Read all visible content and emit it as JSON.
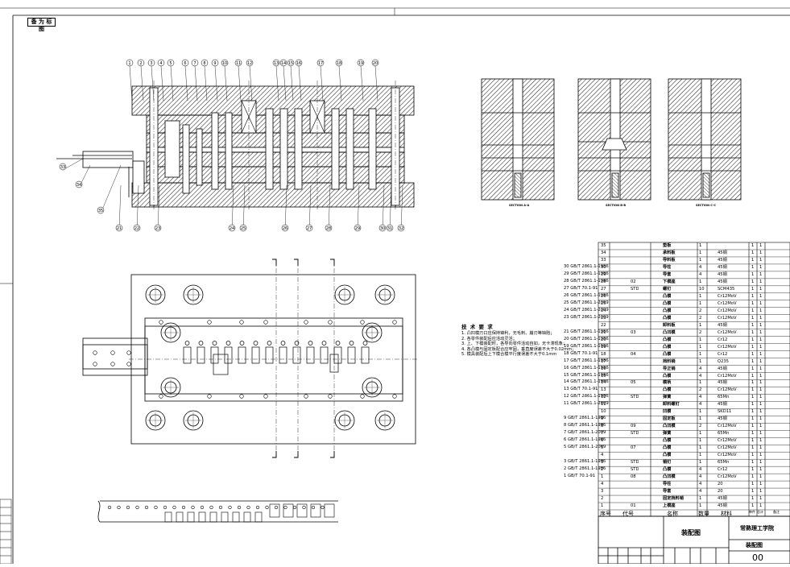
{
  "stamp": {
    "text": "备 为 标 图"
  },
  "tech_requirements": {
    "title": "技 术 要 求",
    "lines": [
      "1. 凸凹模刃口应保持锋利，无毛刺、崩刃等缺陷；",
      "2. 各零件装配后应活动灵活；",
      "3. 上、下模装配时，各导向零件活动自如，无卡滞现象；",
      "4. 各凸模与固定板配合应牢固，垂直度误差不大于0.02mm；",
      "5. 模具装配后上下模合模平行度误差不大于0.1mm"
    ]
  },
  "section_labels": [
    "SECTION A-A",
    "SECTION B-B",
    "SECTION C-C"
  ],
  "callouts_top": [
    "1",
    "2",
    "3",
    "4",
    "5",
    "6",
    "7",
    "8",
    "9",
    "10",
    "11",
    "12",
    "13",
    "14",
    "15",
    "16",
    "17",
    "18",
    "19",
    "20"
  ],
  "callouts_bottom": [
    "21",
    "22",
    "23",
    "24",
    "25",
    "26",
    "27",
    "28",
    "29",
    "30",
    "31",
    "32"
  ],
  "callouts_left": [
    "33",
    "34",
    "35"
  ],
  "bom": {
    "rows": [
      {
        "no": "35",
        "std": "",
        "code": "",
        "name": "垫板",
        "qty": "1",
        "mat": "",
        "n1": "1",
        "n2": "1"
      },
      {
        "no": "34",
        "std": "",
        "code": "",
        "name": "承料板",
        "qty": "1",
        "mat": "45钢",
        "n1": "1",
        "n2": "1"
      },
      {
        "no": "33",
        "std": "",
        "code": "",
        "name": "导料板",
        "qty": "1",
        "mat": "45钢",
        "n1": "1",
        "n2": "1"
      },
      {
        "no": "30",
        "std": "GB/T 2861.1-1986",
        "code": "",
        "name": "导柱",
        "qty": "4",
        "mat": "45钢",
        "n1": "1",
        "n2": "1"
      },
      {
        "no": "29",
        "std": "GB/T 2861.1-1986",
        "code": "",
        "name": "导套",
        "qty": "4",
        "mat": "45钢",
        "n1": "1",
        "n2": "1"
      },
      {
        "no": "28",
        "std": "GB/T 2861.1-1986",
        "code": "02",
        "name": "下模座",
        "qty": "1",
        "mat": "45钢",
        "n1": "1",
        "n2": "1"
      },
      {
        "no": "27",
        "std": "GB/T 70.1-91",
        "code": "STD",
        "name": "螺钉",
        "qty": "10",
        "mat": "SCM435",
        "n1": "1",
        "n2": "1"
      },
      {
        "no": "26",
        "std": "GB/T 2861.1-1986",
        "code": "",
        "name": "凸模",
        "qty": "1",
        "mat": "Cr12MoV",
        "n1": "1",
        "n2": "1"
      },
      {
        "no": "25",
        "std": "GB/T 2861.1-2009",
        "code": "",
        "name": "凸模",
        "qty": "1",
        "mat": "Cr12MoV",
        "n1": "1",
        "n2": "1"
      },
      {
        "no": "24",
        "std": "GB/T 2861.1-2009",
        "code": "",
        "name": "凸模",
        "qty": "2",
        "mat": "Cr12MoV",
        "n1": "1",
        "n2": "1"
      },
      {
        "no": "23",
        "std": "GB/T 2861.1-2009",
        "code": "",
        "name": "凸模",
        "qty": "2",
        "mat": "Cr12MoV",
        "n1": "1",
        "n2": "1"
      },
      {
        "no": "22",
        "std": "",
        "code": "",
        "name": "卸料板",
        "qty": "1",
        "mat": "45钢",
        "n1": "1",
        "n2": "1"
      },
      {
        "no": "21",
        "std": "GB/T 2861.1-1986",
        "code": "03",
        "name": "凸凹模",
        "qty": "2",
        "mat": "Cr12MoV",
        "n1": "1",
        "n2": "1"
      },
      {
        "no": "20",
        "std": "GB/T 2861.1-1986",
        "code": "",
        "name": "凸模",
        "qty": "1",
        "mat": "Cr12",
        "n1": "1",
        "n2": "1"
      },
      {
        "no": "19",
        "std": "GB/T 2861.1-1986",
        "code": "",
        "name": "凸模",
        "qty": "1",
        "mat": "Cr12MoV",
        "n1": "1",
        "n2": "1"
      },
      {
        "no": "18",
        "std": "GB/T 70.1-91",
        "code": "04",
        "name": "凸模",
        "qty": "1",
        "mat": "Cr12",
        "n1": "1",
        "n2": "1"
      },
      {
        "no": "17",
        "std": "GB/T 2861.1-1986",
        "code": "",
        "name": "挡料销",
        "qty": "1",
        "mat": "Q235",
        "n1": "1",
        "n2": "1"
      },
      {
        "no": "16",
        "std": "GB/T 2861.1-1986",
        "code": "",
        "name": "导正销",
        "qty": "4",
        "mat": "45钢",
        "n1": "1",
        "n2": "1"
      },
      {
        "no": "15",
        "std": "GB/T 2861.1-1986",
        "code": "",
        "name": "凸模",
        "qty": "4",
        "mat": "Cr12MoV",
        "n1": "1",
        "n2": "1"
      },
      {
        "no": "14",
        "std": "GB/T 2861.1-1986",
        "code": "05",
        "name": "模柄",
        "qty": "1",
        "mat": "45钢",
        "n1": "1",
        "n2": "1"
      },
      {
        "no": "13",
        "std": "GB/T 70.1-91",
        "code": "",
        "name": "凸模",
        "qty": "2",
        "mat": "Cr12MoV",
        "n1": "1",
        "n2": "1"
      },
      {
        "no": "12",
        "std": "GB/T 2861.1-1986",
        "code": "STD",
        "name": "弹簧",
        "qty": "4",
        "mat": "65Mn",
        "n1": "1",
        "n2": "1"
      },
      {
        "no": "11",
        "std": "GB/T 2861.1-2009",
        "code": "",
        "name": "卸料螺钉",
        "qty": "4",
        "mat": "45钢",
        "n1": "1",
        "n2": "1"
      },
      {
        "no": "10",
        "std": "",
        "code": "",
        "name": "凹模",
        "qty": "1",
        "mat": "SKD11",
        "n1": "1",
        "n2": "1"
      },
      {
        "no": "9",
        "std": "GB/T 2861.1-1986",
        "code": "",
        "name": "固定板",
        "qty": "1",
        "mat": "45钢",
        "n1": "1",
        "n2": "1"
      },
      {
        "no": "8",
        "std": "GB/T 2861.1-1986",
        "code": "09",
        "name": "凸凹模",
        "qty": "2",
        "mat": "Cr12MoV",
        "n1": "1",
        "n2": "1"
      },
      {
        "no": "7",
        "std": "GB/T 2861.1-2009",
        "code": "STD",
        "name": "弹簧",
        "qty": "1",
        "mat": "65Mn",
        "n1": "1",
        "n2": "1"
      },
      {
        "no": "6",
        "std": "GB/T 2861.1-1986",
        "code": "",
        "name": "凸模",
        "qty": "1",
        "mat": "Cr12MoV",
        "n1": "1",
        "n2": "1"
      },
      {
        "no": "5",
        "std": "GB/T 2861.1-2009",
        "code": "07",
        "name": "凸模",
        "qty": "1",
        "mat": "Cr12MoV",
        "n1": "1",
        "n2": "1"
      },
      {
        "no": "4",
        "std": "",
        "code": "",
        "name": "凸模",
        "qty": "1",
        "mat": "Cr12MoV",
        "n1": "1",
        "n2": "1"
      },
      {
        "no": "3",
        "std": "GB/T 2861.1-1986",
        "code": "STD",
        "name": "销钉",
        "qty": "1",
        "mat": "65Mn",
        "n1": "1",
        "n2": "1"
      },
      {
        "no": "2",
        "std": "GB/T 2861.1-1986",
        "code": "STD",
        "name": "凸模",
        "qty": "4",
        "mat": "Cr12",
        "n1": "1",
        "n2": "1"
      },
      {
        "no": "1",
        "std": "GB/T 70.1-91",
        "code": "08",
        "name": "凸凹模",
        "qty": "4",
        "mat": "Cr12MoV",
        "n1": "1",
        "n2": "1"
      },
      {
        "no": "4",
        "std": "",
        "code": "",
        "name": "导柱",
        "qty": "4",
        "mat": "20",
        "n1": "1",
        "n2": "1"
      },
      {
        "no": "3",
        "std": "",
        "code": "",
        "name": "导套",
        "qty": "4",
        "mat": "20",
        "n1": "1",
        "n2": "1"
      },
      {
        "no": "2",
        "std": "",
        "code": "",
        "name": "固定挡料销",
        "qty": "1",
        "mat": "45钢",
        "n1": "1",
        "n2": "1"
      },
      {
        "no": "1",
        "std": "",
        "code": "01",
        "name": "上模座",
        "qty": "1",
        "mat": "45钢",
        "n1": "1",
        "n2": "1"
      }
    ],
    "header": {
      "no": "序号",
      "code": "代号",
      "name": "名称",
      "qty": "数量",
      "mat": "材料",
      "n1": "单件",
      "n2": "总计",
      "note": "备注"
    }
  },
  "title_block": {
    "drawing_title": "装配图",
    "school": "常熟理工学院",
    "drawing_name": "装配图",
    "drawing_number": "00"
  },
  "colors": {
    "line": "#000000",
    "bg": "#ffffff"
  }
}
